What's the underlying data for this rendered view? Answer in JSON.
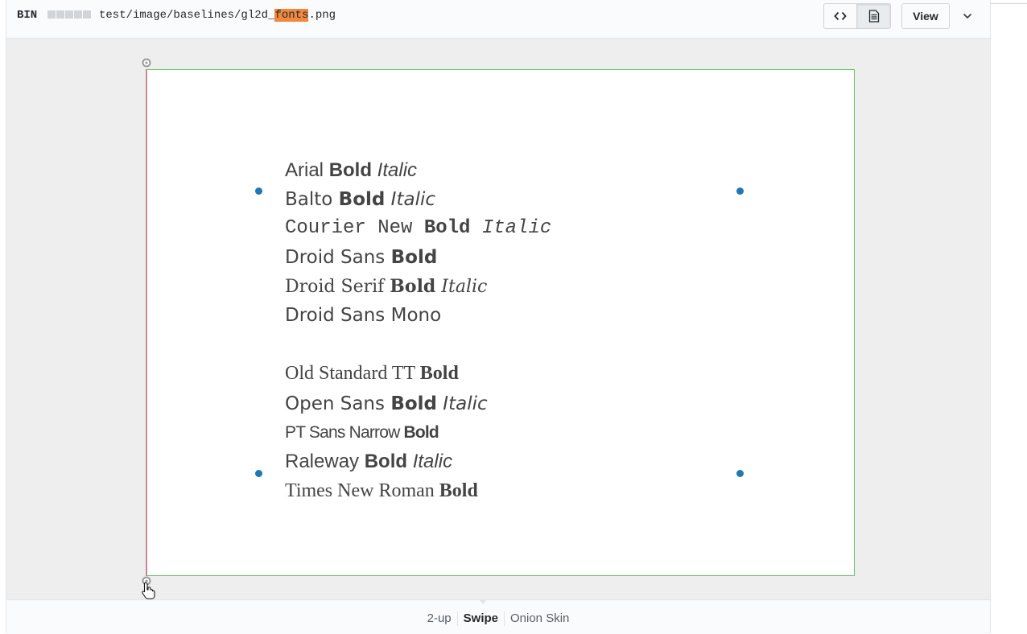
{
  "header": {
    "bin_label": "BIN",
    "path_prefix": "test/image/baselines/gl2d_",
    "path_highlight": "fonts",
    "path_suffix": ".png",
    "view_label": "View"
  },
  "icons": {
    "code": "code-icon",
    "file": "file-icon",
    "chevron": "chevron-down-icon",
    "handle": "swipe-handle-icon",
    "cursor": "hand-cursor-icon"
  },
  "colors": {
    "highlight": "#f0883e",
    "frame_border": "#63c363",
    "swipe_line": "#c9898f",
    "marker": "#1f77b4"
  },
  "image": {
    "group1": [
      {
        "regular": "Arial ",
        "bold": "Bold",
        "italic": " Italic"
      },
      {
        "regular": "Balto ",
        "bold": "Bold",
        "italic": " Italic"
      },
      {
        "regular": "Courier New ",
        "bold": "Bold",
        "italic": " Italic"
      },
      {
        "regular": "Droid Sans ",
        "bold": "Bold",
        "italic": ""
      },
      {
        "regular": "Droid Serif ",
        "bold": "Bold",
        "italic": " Italic"
      },
      {
        "regular": "Droid Sans Mono",
        "bold": "",
        "italic": ""
      }
    ],
    "group2": [
      {
        "regular": "Old Standard TT ",
        "bold": "Bold",
        "italic": ""
      },
      {
        "regular": "Open Sans ",
        "bold": "Bold",
        "italic": " Italic"
      },
      {
        "regular": "PT Sans Narrow ",
        "bold": "Bold",
        "italic": ""
      },
      {
        "regular": "Raleway ",
        "bold": "Bold",
        "italic": " Italic"
      },
      {
        "regular": "Times New Roman ",
        "bold": "Bold",
        "italic": ""
      }
    ]
  },
  "footer": {
    "tabs": [
      "2-up",
      "Swipe",
      "Onion Skin"
    ],
    "active": "Swipe"
  }
}
